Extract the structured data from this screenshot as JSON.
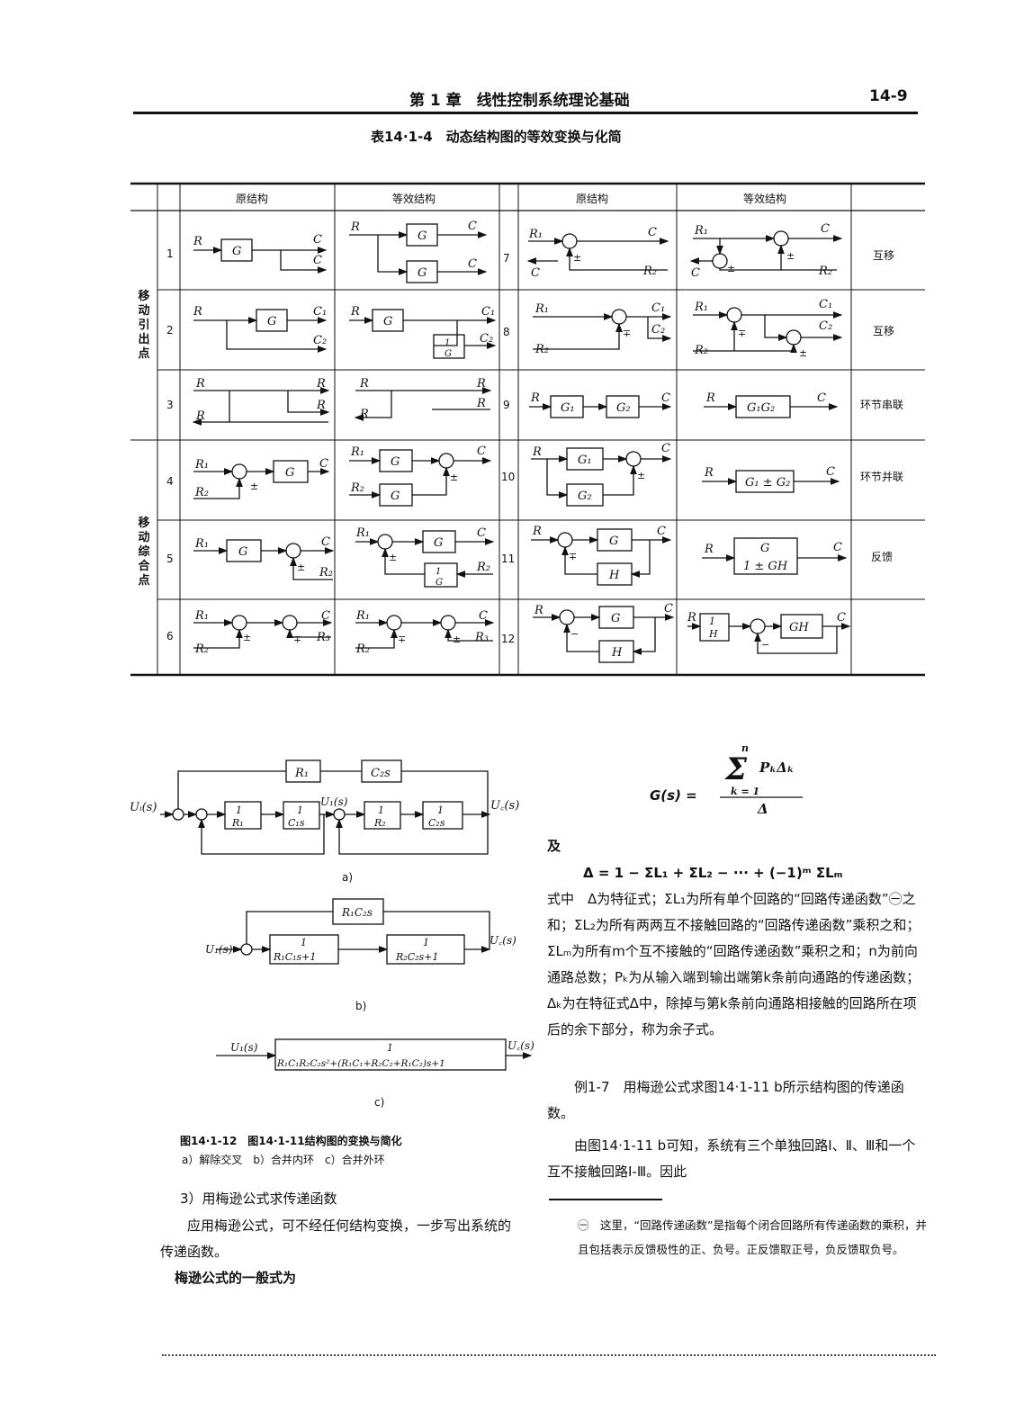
{
  "header": {
    "chapter": "第 1 章　线性控制系统理论基础",
    "page_no": "14-9"
  },
  "table": {
    "caption": "表14·1-4　动态结构图的等效变换与化简",
    "col_headers": [
      "原结构",
      "等效结构",
      "原结构",
      "等效结构"
    ],
    "group_left_1": [
      "移",
      "动",
      "引",
      "出",
      "点"
    ],
    "group_left_2": [
      "移",
      "动",
      "综",
      "合",
      "点"
    ],
    "rows_left": [
      "1",
      "2",
      "3",
      "4",
      "5",
      "6"
    ],
    "rows_right": [
      "7",
      "8",
      "9",
      "10",
      "11",
      "12"
    ],
    "notes": [
      "互移",
      "互移",
      "环节串联",
      "环节并联",
      "反馈",
      ""
    ]
  },
  "figure": {
    "caption": "图14·1-12　图14·1-11结构图的变换与简化",
    "sub_caption": "a）解除交叉　b）合并内环　c）合并外环",
    "label_a": "a)",
    "label_b": "b)",
    "label_c": "c)"
  },
  "left_text": {
    "heading": "3）用梅逊公式求传递函数",
    "para1": "应用梅逊公式，可不经任何结构变换，一步写出系统的传递函数。",
    "para2": "梅逊公式的一般式为"
  },
  "right_text": {
    "formula_lhs": "G(s) =",
    "and": "及",
    "delta_formula": "Δ = 1 − ΣL₁ + ΣL₂ − ··· + (−1)ᵐ ΣLₘ",
    "para1": "式中　Δ为特征式；ΣL₁为所有单个回路的“回路传递函数”㊀之和；ΣL₂为所有两两互不接触回路的“回路传递函数”乘积之和；ΣLₘ为所有m个互不接触的“回路传递函数”乘积之和；n为前向通路总数；Pₖ为从输入端到输出端第k条前向通路的传递函数；Δₖ为在特征式Δ中，除掉与第k条前向通路相接触的回路所在项后的余下部分，称为余子式。",
    "para2": "例1-7　用梅逊公式求图14·1-11 b所示结构图的传递函数。",
    "para3": "由图14·1-11 b可知，系统有三个单独回路Ⅰ、Ⅱ、Ⅲ和一个互不接触回路Ⅰ-Ⅲ。因此",
    "footnote": "㊀　这里，“回路传递函数”是指每个闭合回路所有传递函数的乘积，并且包括表示反馈极性的正、负号。正反馈取正号，负反馈取负号。"
  }
}
